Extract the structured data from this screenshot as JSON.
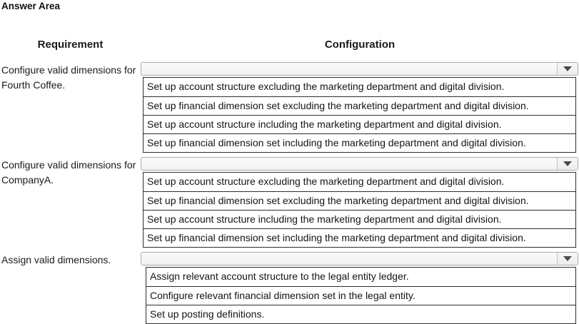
{
  "title": "Answer Area",
  "headers": {
    "requirement": "Requirement",
    "configuration": "Configuration"
  },
  "groups": [
    {
      "requirement": "Configure valid dimensions for Fourth Coffee.",
      "dropdown_value": "",
      "options": [
        "Set up account structure excluding the marketing department and digital division.",
        "Set up financial dimension set excluding the marketing department and digital division.",
        "Set up account structure including the marketing department and digital division.",
        "Set up financial dimension set including the marketing department and digital division."
      ]
    },
    {
      "requirement": "Configure valid dimensions for CompanyA.",
      "dropdown_value": "",
      "options": [
        "Set up account structure excluding the marketing department and digital division.",
        "Set up financial dimension set excluding the marketing department and digital division.",
        "Set up account structure including the marketing department and digital division.",
        "Set up financial dimension set including the marketing department and digital division."
      ]
    },
    {
      "requirement": "Assign valid dimensions.",
      "dropdown_value": "",
      "options": [
        "Assign relevant account structure to the legal entity ledger.",
        "Configure relevant financial dimension set in the legal entity.",
        "Set up posting definitions."
      ]
    }
  ],
  "colors": {
    "background": "#ffffff",
    "text": "#1a1a1a",
    "option_border": "#2e2e2e",
    "dropdown_border": "#ababab",
    "dropdown_fill": "#f7f7f7",
    "dropdown_arrow": "#4a4a4a"
  }
}
